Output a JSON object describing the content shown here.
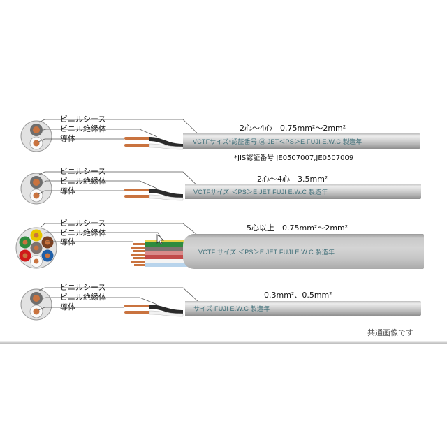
{
  "labels": {
    "sheath": "ビニルシース",
    "insulation": "ビニル絶縁体",
    "conductor": "導体"
  },
  "cables": [
    {
      "spec": "2心～4心　0.75mm²～2mm²",
      "print": "VCTFサイズ*認証番号 ㊐ JET＜PS＞E  FUJI  E.W.C 製造年",
      "note": "*JIS認証番号 JE0507007,JE0507009"
    },
    {
      "spec": "2心～4心　3.5mm²",
      "print": "VCTFサイズ ＜PS＞E  JET  FUJI  E.W.C 製造年"
    },
    {
      "spec": "5心以上　0.75mm²～2mm²",
      "print": "VCTF  サイズ ＜PS＞E  JET  FUJI  E.W.C 製造年"
    },
    {
      "spec": "0.3mm²、0.5mm²",
      "print": "サイズ  FUJI  E.W.C  製造年"
    }
  ],
  "footer": {
    "note": "共通画像です"
  },
  "colors": {
    "sheath_gray": "#c8c8c8",
    "print_text": "#3e6e78",
    "copper": "#c9733f",
    "black_wire": "#2a2a2a"
  }
}
